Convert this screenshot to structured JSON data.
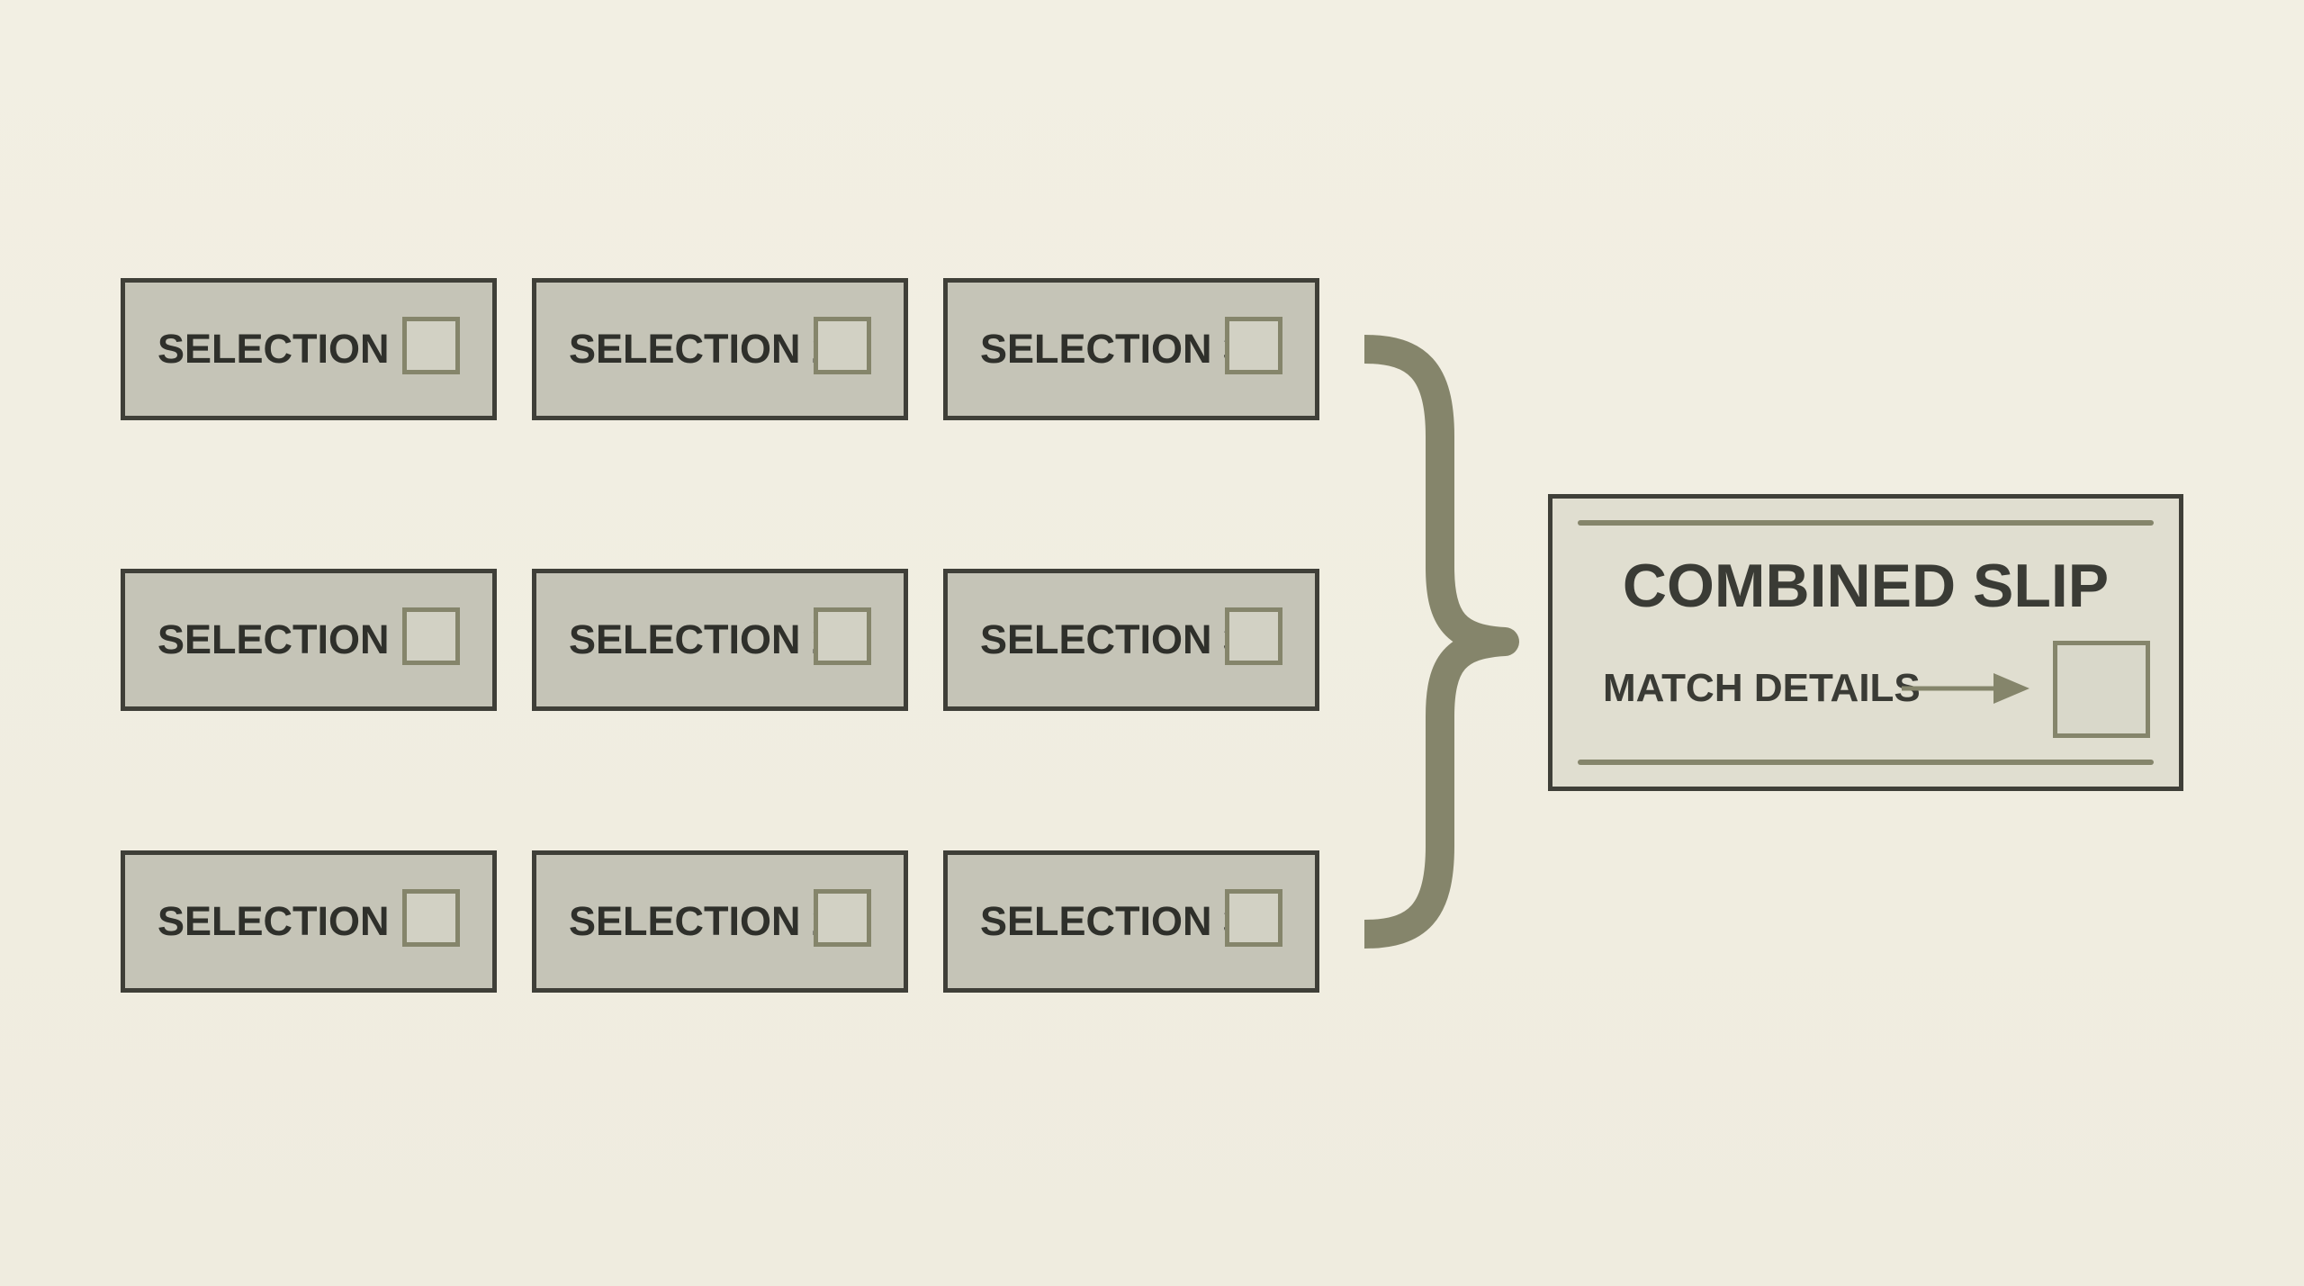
{
  "rows": [
    {
      "selections": [
        {
          "label": "SELECTION 1"
        },
        {
          "label": "SELECTION 2"
        },
        {
          "label": "SELECTION 3"
        }
      ]
    },
    {
      "selections": [
        {
          "label": "SELECTION 1"
        },
        {
          "label": "SELECTION 2"
        },
        {
          "label": "SELECTION 3"
        }
      ]
    },
    {
      "selections": [
        {
          "label": "SELECTION 1"
        },
        {
          "label": "SELECTION 2"
        },
        {
          "label": "SELECTION 3"
        }
      ]
    }
  ],
  "slip": {
    "title": "COMBINED SLIP",
    "details_label": "MATCH DETAILS"
  },
  "colors": {
    "background": "#f1eee2",
    "box_fill": "#c5c4b7",
    "border": "#3f3f38",
    "accent": "#85856b",
    "text": "#2f302b"
  }
}
